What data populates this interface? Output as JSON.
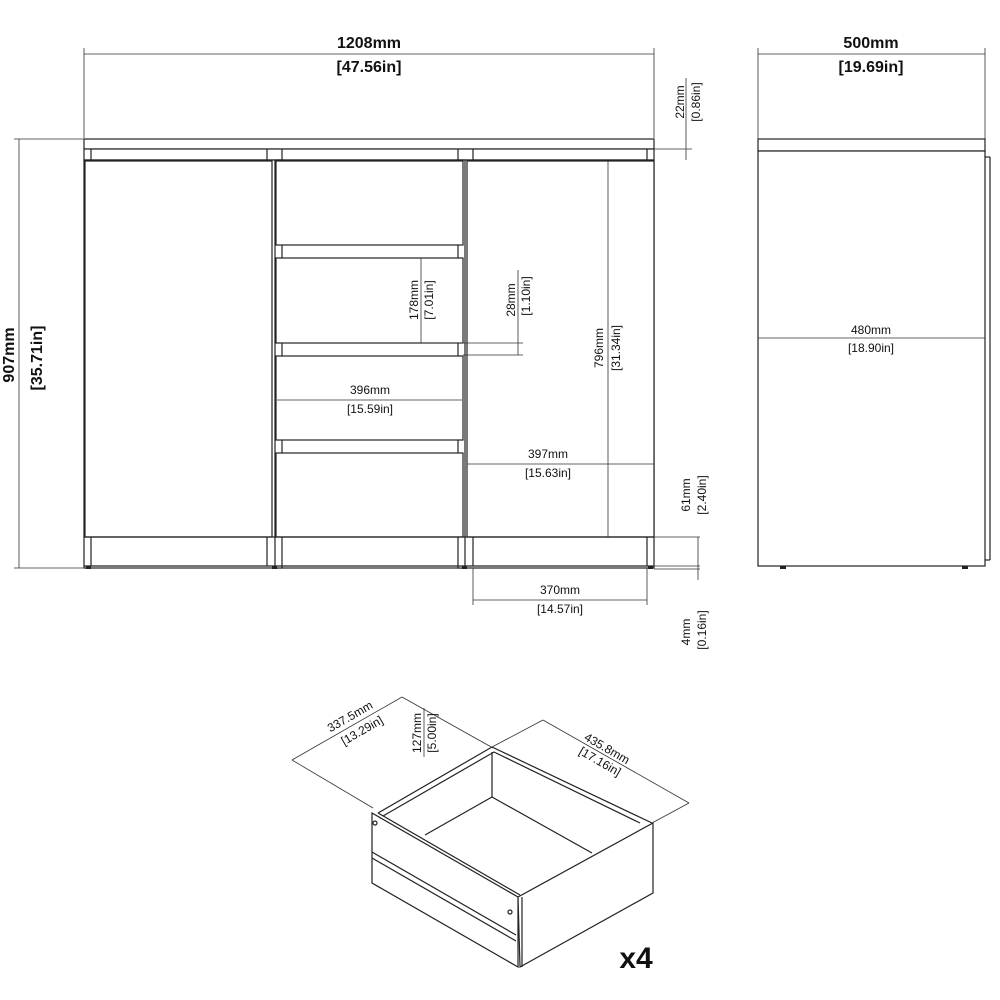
{
  "front_view": {
    "width": {
      "mm": "1208mm",
      "in": "47.56in"
    },
    "height": {
      "mm": "907mm",
      "in": "35.71in"
    },
    "top_thickness": {
      "mm": "22mm",
      "in": "0.86in"
    },
    "drawer_front_height": {
      "mm": "178mm",
      "in": "7.01in"
    },
    "drawer_gap": {
      "mm": "28mm",
      "in": "1.10in"
    },
    "drawer_width": {
      "mm": "396mm",
      "in": "15.59in"
    },
    "door_height": {
      "mm": "796mm",
      "in": "31.34in"
    },
    "door_width": {
      "mm": "397mm",
      "in": "15.63in"
    },
    "plinth_height": {
      "mm": "61mm",
      "in": "2.40in"
    },
    "plinth_width": {
      "mm": "370mm",
      "in": "14.57in"
    },
    "foot_height": {
      "mm": "4mm",
      "in": "0.16in"
    }
  },
  "side_view": {
    "depth": {
      "mm": "500mm",
      "in": "19.69in"
    },
    "inner_depth": {
      "mm": "480mm",
      "in": "18.90in"
    }
  },
  "drawer_view": {
    "depth": {
      "mm": "337.5mm",
      "in": "13.29in"
    },
    "height": {
      "mm": "127mm",
      "in": "5.00in"
    },
    "width": {
      "mm": "435.8mm",
      "in": "17.16in"
    },
    "quantity": "x4"
  }
}
